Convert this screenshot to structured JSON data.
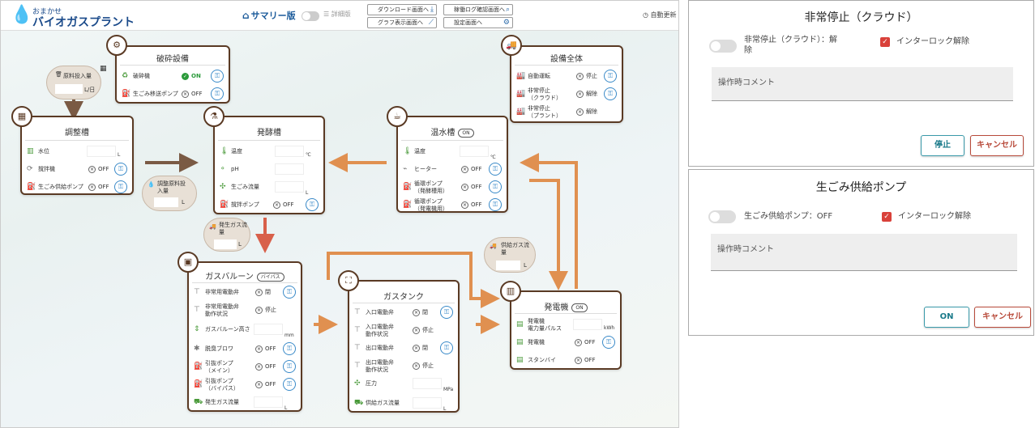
{
  "header": {
    "logo_sub": "おまかせ",
    "logo_main": "バイオガスプラント",
    "summary_label": "サマリー版",
    "detail_label": "詳細版",
    "nav": {
      "download": "ダウンロード画面へ",
      "graph": "グラフ表示画面へ",
      "log": "稼働ログ確認画面へ",
      "settings": "設定画面へ"
    },
    "auto_update": "自動更新"
  },
  "crusher": {
    "title": "破砕設備",
    "rows": [
      {
        "label": "破砕機",
        "status": "ON"
      },
      {
        "label": "生ごみ移送ポンプ",
        "status": "OFF"
      }
    ]
  },
  "equipment_all": {
    "title": "設備全体",
    "rows": [
      {
        "label": "自動運転",
        "status": "停止"
      },
      {
        "label": "非常停止\n（クラウド）",
        "status": "解除"
      },
      {
        "label": "非常停止\n（プラント）",
        "status": "解除"
      }
    ]
  },
  "feed_bubble": {
    "label": "原料投入量",
    "unit": "L/日"
  },
  "adjust_tank": {
    "title": "調整槽",
    "rows": [
      {
        "label": "水位",
        "unit": "L"
      },
      {
        "label": "撹拌機",
        "status": "OFF"
      },
      {
        "label": "生ごみ供給ポンプ",
        "status": "OFF"
      }
    ]
  },
  "adjust_bubble": {
    "label": "調整原料投\n入量",
    "unit": "L"
  },
  "ferment_tank": {
    "title": "発酵槽",
    "rows": [
      {
        "label": "温度",
        "unit": "℃"
      },
      {
        "label": "pH"
      },
      {
        "label": "生ごみ流量",
        "unit": "L"
      },
      {
        "label": "撹拌ポンプ",
        "status": "OFF"
      }
    ]
  },
  "hot_water_tank": {
    "title": "温水槽",
    "badge": "ON",
    "rows": [
      {
        "label": "温度",
        "unit": "℃"
      },
      {
        "label": "ヒーター",
        "status": "OFF"
      },
      {
        "label": "循環ポンプ\n（発酵槽用）",
        "status": "OFF"
      },
      {
        "label": "循環ポンプ\n（発電機用）",
        "status": "OFF"
      }
    ]
  },
  "gen_gas_bubble": {
    "label": "発生ガス流\n量",
    "unit": "L"
  },
  "supply_gas_bubble": {
    "label": "供給ガス流\n量",
    "unit": "L"
  },
  "gas_balloon": {
    "title": "ガスバルーン",
    "badge": "バイパス",
    "rows": [
      {
        "label": "非常用電動弁",
        "status": "閉"
      },
      {
        "label": "非常用電動弁\n動作状況",
        "status": "停止"
      },
      {
        "label": "ガスバルーン高さ",
        "unit": "mm"
      },
      {
        "label": "脱臭ブロワ",
        "status": "OFF"
      },
      {
        "label": "引抜ポンプ\n（メイン）",
        "status": "OFF"
      },
      {
        "label": "引抜ポンプ\n（バイパス）",
        "status": "OFF"
      },
      {
        "label": "発生ガス流量",
        "unit": "L"
      }
    ]
  },
  "gas_tank": {
    "title": "ガスタンク",
    "rows": [
      {
        "label": "入口電動弁",
        "status": "閉"
      },
      {
        "label": "入口電動弁\n動作状況",
        "status": "停止"
      },
      {
        "label": "出口電動弁",
        "status": "閉"
      },
      {
        "label": "出口電動弁\n動作状況",
        "status": "停止"
      },
      {
        "label": "圧力",
        "unit": "MPa"
      },
      {
        "label": "供給ガス流量",
        "unit": "L"
      }
    ]
  },
  "generator": {
    "title": "発電機",
    "badge": "ON",
    "rows": [
      {
        "label": "発電機\n電力量パルス",
        "unit": "kWh"
      },
      {
        "label": "発電機",
        "status": "OFF"
      },
      {
        "label": "スタンバイ",
        "status": "OFF"
      }
    ]
  },
  "dialog1": {
    "title": "非常停止（クラウド）",
    "toggle_label": "非常停止（クラウド）：解\n除",
    "interlock_label": "インターロック解除",
    "comment_placeholder": "操作時コメント",
    "ok": "停止",
    "cancel": "キャンセル"
  },
  "dialog2": {
    "title": "生ごみ供給ポンプ",
    "toggle_label": "生ごみ供給ポンプ：OFF",
    "interlock_label": "インターロック解除",
    "comment_placeholder": "操作時コメント",
    "ok": "ON",
    "cancel": "キャンセル"
  },
  "colors": {
    "panel_border": "#5a3a24",
    "arrow_orange": "#e09050",
    "arrow_brown": "#7a5a44",
    "arrow_red": "#d8604a",
    "ok_button": "#1a7a8a",
    "cancel_button": "#b84a3a"
  }
}
